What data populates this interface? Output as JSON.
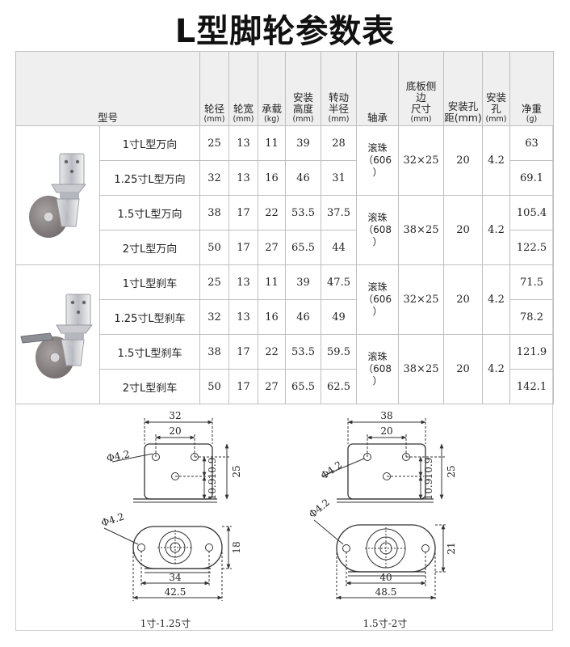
{
  "title": "L型脚轮参数表",
  "headers": {
    "model": "型号",
    "wheel_dia": {
      "name": "轮径",
      "unit": "(mm)"
    },
    "wheel_width": {
      "name": "轮宽",
      "unit": "(mm)"
    },
    "load": {
      "name": "承载",
      "unit": "(kg)"
    },
    "height": {
      "name1": "安装",
      "name2": "高度",
      "unit": "(mm)"
    },
    "radius": {
      "name1": "转动",
      "name2": "半径",
      "unit": "(mm)"
    },
    "bearing": "轴承",
    "plate": {
      "name1": "底板侧",
      "name2": "边",
      "name3": "尺寸",
      "unit": "(mm)"
    },
    "hole_dist": {
      "name1": "安装孔",
      "name2": "距(mm)"
    },
    "hole": {
      "name1": "安装",
      "name2": "孔",
      "unit": "(mm)"
    },
    "weight": {
      "name": "净重",
      "unit": "(g)"
    }
  },
  "rows": [
    {
      "model": "1寸L型万向",
      "d": "25",
      "w": "13",
      "load": "11",
      "h": "39",
      "r": "28",
      "g": "63"
    },
    {
      "model": "1.25寸L型万向",
      "d": "32",
      "w": "13",
      "load": "16",
      "h": "46",
      "r": "31",
      "g": "69.1"
    },
    {
      "model": "1.5寸L型万向",
      "d": "38",
      "w": "17",
      "load": "22",
      "h": "53.5",
      "r": "37.5",
      "g": "105.4"
    },
    {
      "model": "2寸L型万向",
      "d": "50",
      "w": "17",
      "load": "27",
      "h": "65.5",
      "r": "44",
      "g": "122.5"
    },
    {
      "model": "1寸L型刹车",
      "d": "25",
      "w": "13",
      "load": "11",
      "h": "39",
      "r": "47.5",
      "g": "71.5"
    },
    {
      "model": "1.25寸L型刹车",
      "d": "32",
      "w": "13",
      "load": "16",
      "h": "46",
      "r": "49",
      "g": "78.2"
    },
    {
      "model": "1.5寸L型刹车",
      "d": "38",
      "w": "17",
      "load": "22",
      "h": "53.5",
      "r": "59.5",
      "g": "121.9"
    },
    {
      "model": "2寸L型刹车",
      "d": "50",
      "w": "17",
      "load": "27",
      "h": "65.5",
      "r": "62.5",
      "g": "142.1"
    }
  ],
  "groups": [
    {
      "bearing1": "滚珠",
      "bearing2": "（606",
      "bearing3": "）",
      "plate": "32×25",
      "dist": "20",
      "hole": "4.2"
    },
    {
      "bearing1": "滚珠",
      "bearing2": "（608",
      "bearing3": "）",
      "plate": "38×25",
      "dist": "20",
      "hole": "4.2"
    },
    {
      "bearing1": "滚珠",
      "bearing2": "（606",
      "bearing3": "）",
      "plate": "32×25",
      "dist": "20",
      "hole": "4.2"
    },
    {
      "bearing1": "滚珠",
      "bearing2": "（608",
      "bearing3": "）",
      "plate": "38×25",
      "dist": "20",
      "hole": "4.2"
    }
  ],
  "drawing_small": {
    "top_width": "32",
    "hole_span": "20",
    "hole_dia": "Φ4.2",
    "side_a": "10.9",
    "side_b": "10.9",
    "height": "25",
    "base_dia": "Φ4.2",
    "base_height": "18",
    "base_inner": "34",
    "base_outer": "42.5",
    "caption": "1寸-1.25寸"
  },
  "drawing_large": {
    "top_width": "38",
    "hole_span": "20",
    "hole_dia": "Φ4.2",
    "side_a": "10.9",
    "side_b": "10.9",
    "height": "25",
    "base_dia": "Φ4.2",
    "base_height": "21",
    "base_inner": "40",
    "base_outer": "48.5",
    "caption": "1.5寸-2寸"
  }
}
